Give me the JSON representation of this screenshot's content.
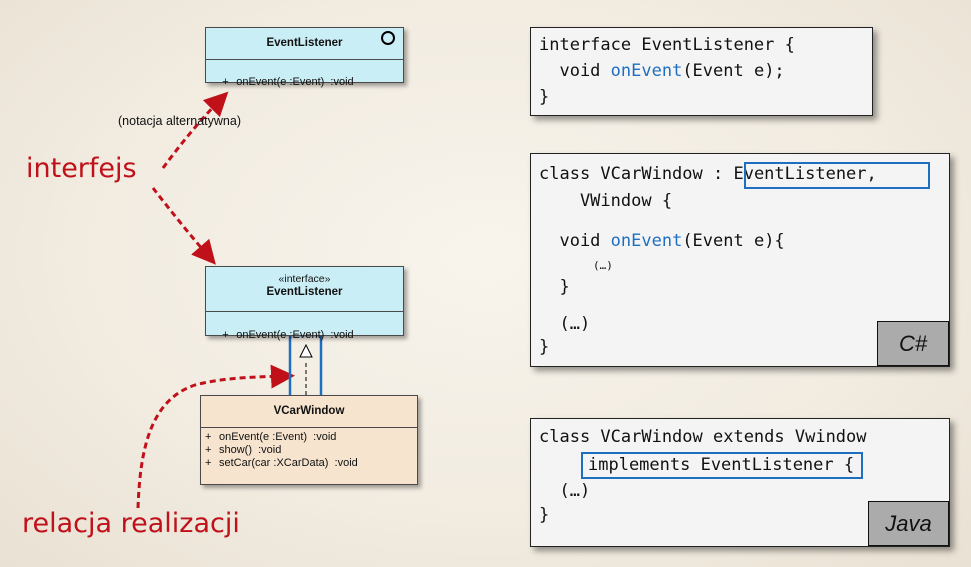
{
  "uml_top": {
    "name": "EventListener",
    "operations": [
      {
        "vis": "+",
        "text": "onEvent(e :Event)  :void"
      }
    ]
  },
  "uml_mid": {
    "stereotype": "«interface»",
    "name": "EventListener",
    "operations": [
      {
        "vis": "+",
        "text": "onEvent(e :Event)  :void"
      }
    ]
  },
  "uml_cls": {
    "name": "VCarWindow",
    "operations": [
      {
        "vis": "+",
        "text": "onEvent(e :Event)  :void"
      },
      {
        "vis": "+",
        "text": "show()  :void"
      },
      {
        "vis": "+",
        "text": "setCar(car :XCarData)  :void"
      }
    ]
  },
  "labels": {
    "alt_note": "(notacja alternatywna)",
    "interfejs": "interfejs",
    "relacja": "relacja realizacji"
  },
  "code1": {
    "l1": "interface EventListener {",
    "l2a": "  void ",
    "l2kw": "onEvent",
    "l2b": "(Event e);",
    "l3": "}"
  },
  "code2": {
    "l1a": "class VCarWindow ",
    "l1b": ": EventListener",
    "l1c": ",",
    "l2": "    VWindow {",
    "l3a": "  void ",
    "l3kw": "onEvent",
    "l3b": "(Event e){",
    "l4": "(…)",
    "l5": "  }",
    "l6": "  (…)",
    "l7": "}",
    "lang": "C#"
  },
  "code3": {
    "l1": "class VCarWindow extends Vwindow",
    "l2": "implements EventListener",
    "l2end": " {",
    "l3": "  (…)",
    "l4": "}",
    "lang": "Java"
  },
  "colors": {
    "red": "#c0101a",
    "blue": "#1f6fc0",
    "iface_fill": "#c9eef5",
    "class_fill": "#f6e4cf"
  }
}
